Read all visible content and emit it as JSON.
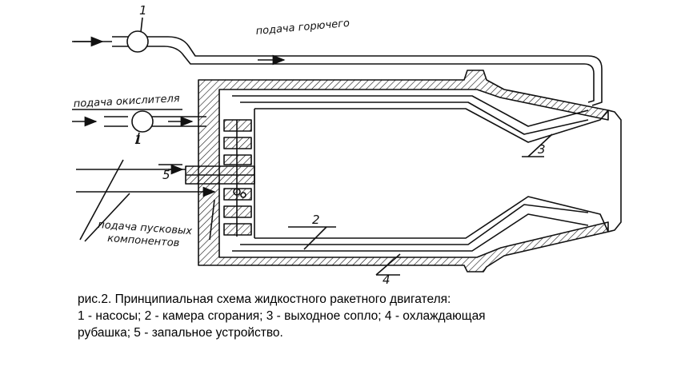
{
  "labels": {
    "fuel_feed": "подача горючего",
    "oxidizer_feed": "подача окислителя",
    "starting_components_line1": "подача пусковых",
    "starting_components_line2": "компонентов",
    "num_pump_top": "1",
    "num_pump_bottom": "1",
    "num_chamber": "2",
    "num_nozzle": "3",
    "num_jacket": "4",
    "num_igniter": "5"
  },
  "caption": {
    "line1": "рис.2. Принципиальная схема жидкостного ракетного двигателя:",
    "line2": "1 - насосы; 2 - камера сгорания; 3 - выходное сопло; 4 - охлаждающая",
    "line3": "рубашка; 5 - запальное устройство."
  },
  "colors": {
    "ink": "#111111",
    "paper": "#ffffff"
  }
}
